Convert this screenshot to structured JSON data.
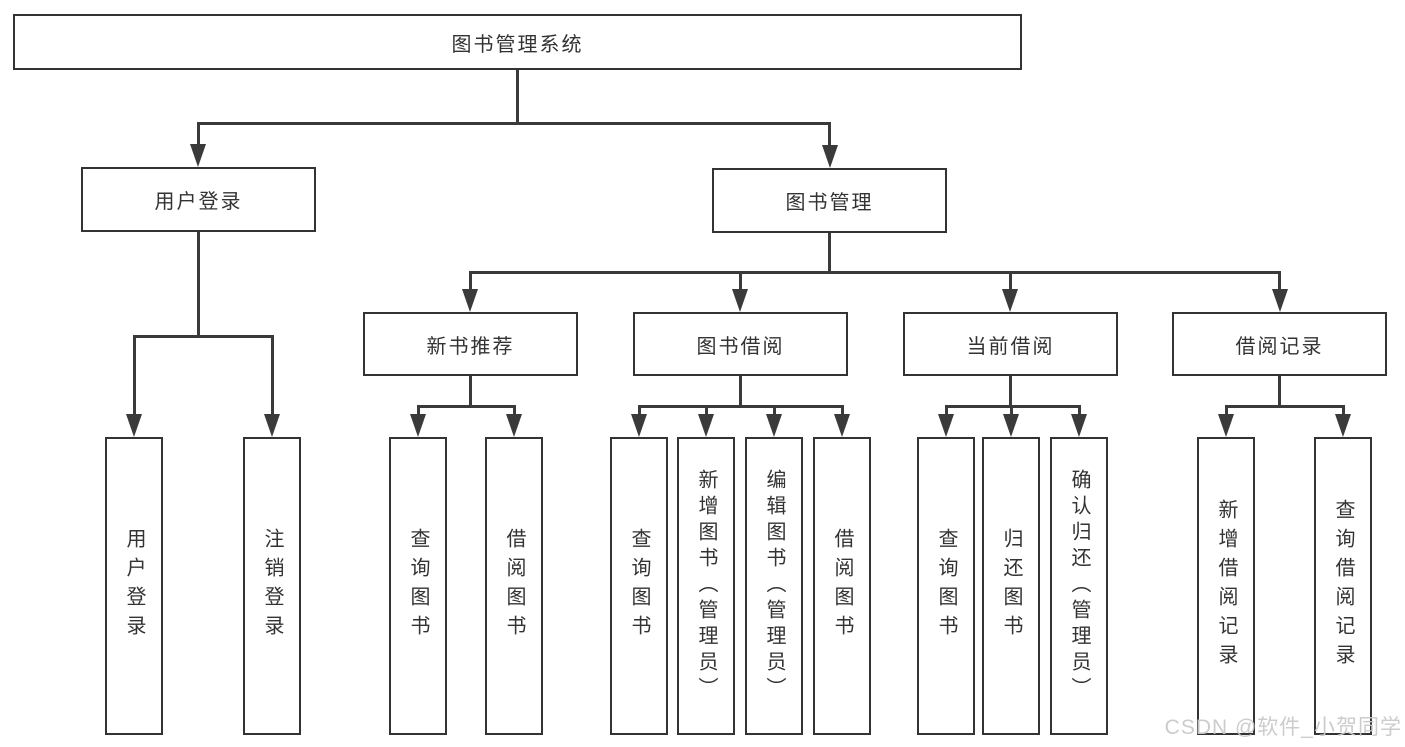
{
  "diagram": {
    "root": {
      "label": "图书管理系统"
    },
    "level2": [
      {
        "id": "user-login",
        "label": "用户登录"
      },
      {
        "id": "book-management",
        "label": "图书管理"
      }
    ],
    "level3": [
      {
        "id": "new-book-recommend",
        "label": "新书推荐",
        "parent": "图书管理"
      },
      {
        "id": "book-borrow",
        "label": "图书借阅",
        "parent": "图书管理"
      },
      {
        "id": "current-borrow",
        "label": "当前借阅",
        "parent": "图书管理"
      },
      {
        "id": "borrow-records",
        "label": "借阅记录",
        "parent": "图书管理"
      }
    ],
    "leaves": [
      {
        "label": "用户登录",
        "parent": "用户登录"
      },
      {
        "label": "注销登录",
        "parent": "用户登录"
      },
      {
        "label": "查询图书",
        "parent": "新书推荐"
      },
      {
        "label": "借阅图书",
        "parent": "新书推荐"
      },
      {
        "label": "查询图书",
        "parent": "图书借阅"
      },
      {
        "label": "新增图书（管理员）",
        "parent": "图书借阅"
      },
      {
        "label": "编辑图书（管理员）",
        "parent": "图书借阅"
      },
      {
        "label": "借阅图书",
        "parent": "图书借阅"
      },
      {
        "label": "查询图书",
        "parent": "当前借阅"
      },
      {
        "label": "归还图书",
        "parent": "当前借阅"
      },
      {
        "label": "确认归还（管理员）",
        "parent": "当前借阅"
      },
      {
        "label": "新增借阅记录",
        "parent": "借阅记录"
      },
      {
        "label": "查询借阅记录",
        "parent": "借阅记录"
      }
    ]
  },
  "watermark": {
    "text": "CSDN @软件_小贺同学"
  },
  "colors": {
    "line": "#3a3a3a",
    "box_border": "#333333",
    "text": "#333333",
    "watermark": "#c9c9c9",
    "background": "#ffffff"
  }
}
